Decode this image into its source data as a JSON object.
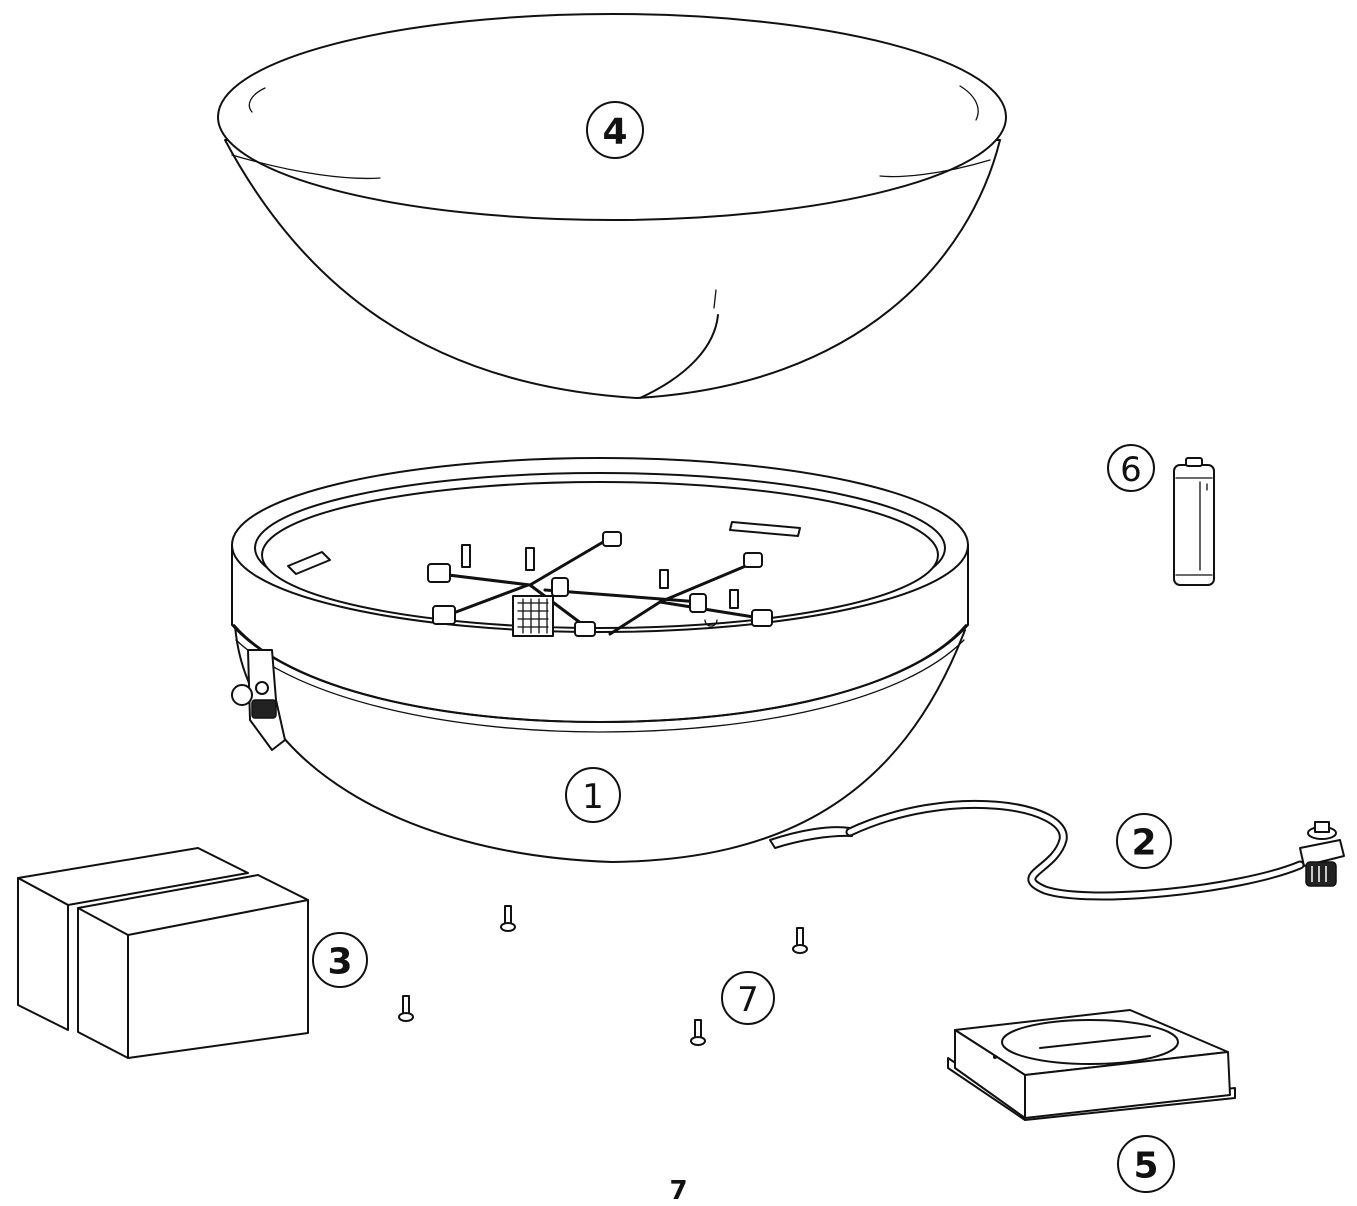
{
  "callouts": {
    "bowl_base": "1",
    "gas_hose": "2",
    "lava_rock_boxes": "3",
    "bowl_lid": "4",
    "tank_stand": "5",
    "battery": "6",
    "screws": "7"
  },
  "page_number": "7"
}
